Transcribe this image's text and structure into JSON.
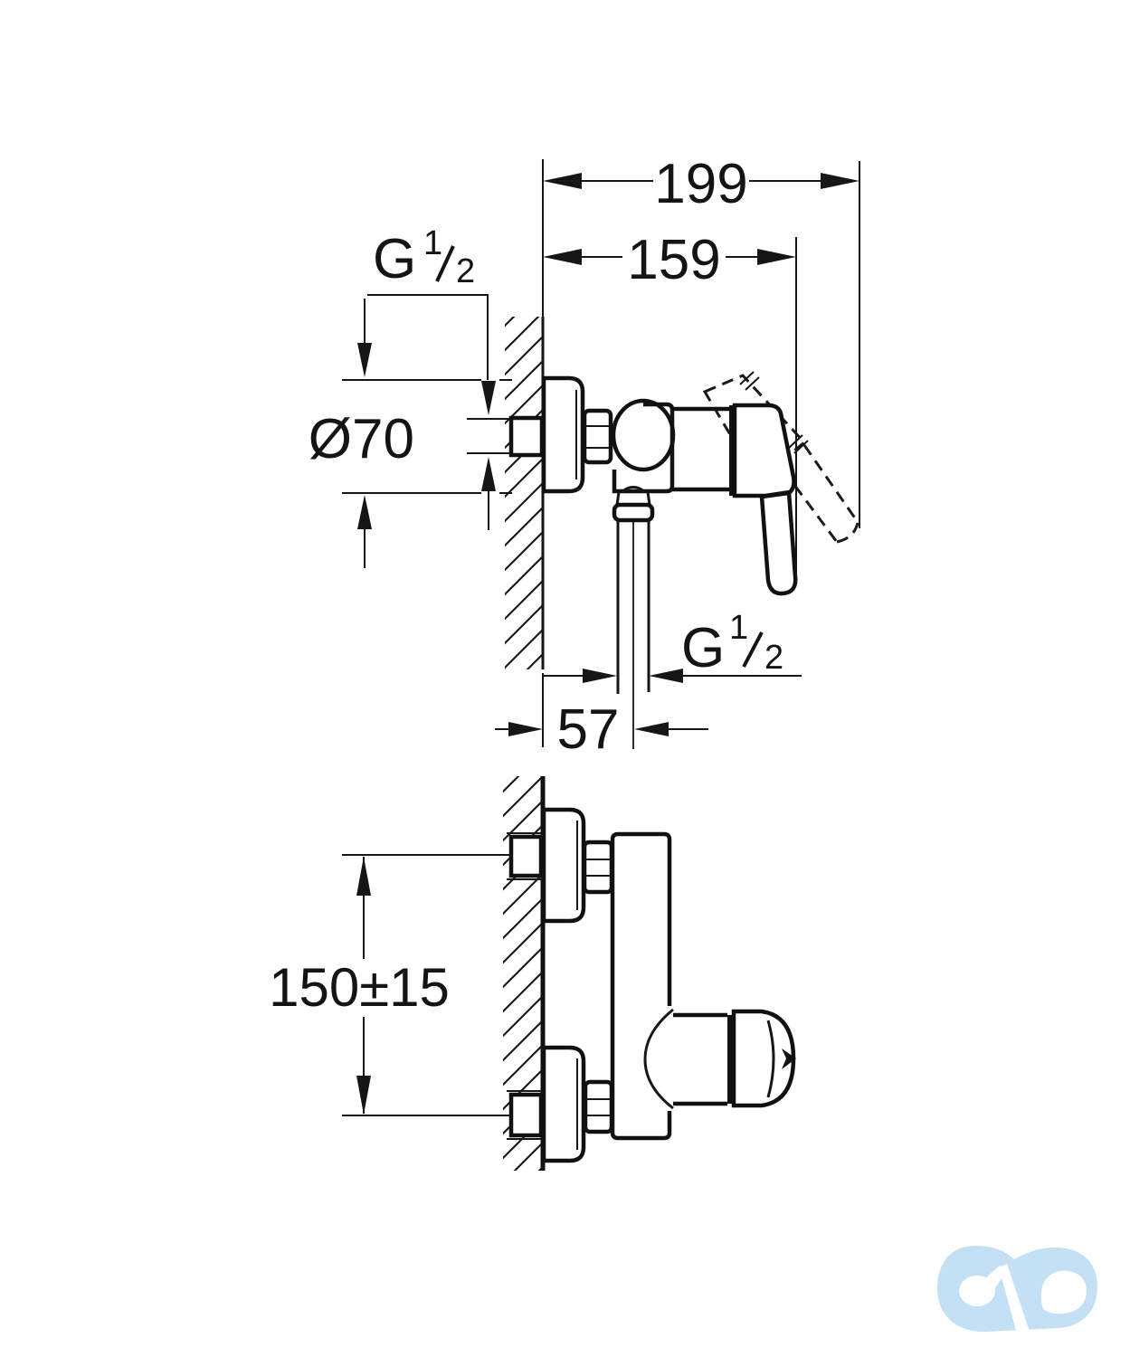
{
  "drawing": {
    "kind": "shower mixer installation dimension drawing",
    "colors": {
      "line": "#111111",
      "text": "#141414",
      "background": "#ffffff",
      "logo": "#c3e0f4"
    }
  },
  "dimensions": {
    "total_depth": "199",
    "depth_to_handle": "159",
    "escutcheon_diameter": "Ø70",
    "wall_to_outlet": "57",
    "connection_spacing": "150±15",
    "thread": {
      "letter": "G",
      "numerator": "1",
      "denominator": "2"
    }
  }
}
